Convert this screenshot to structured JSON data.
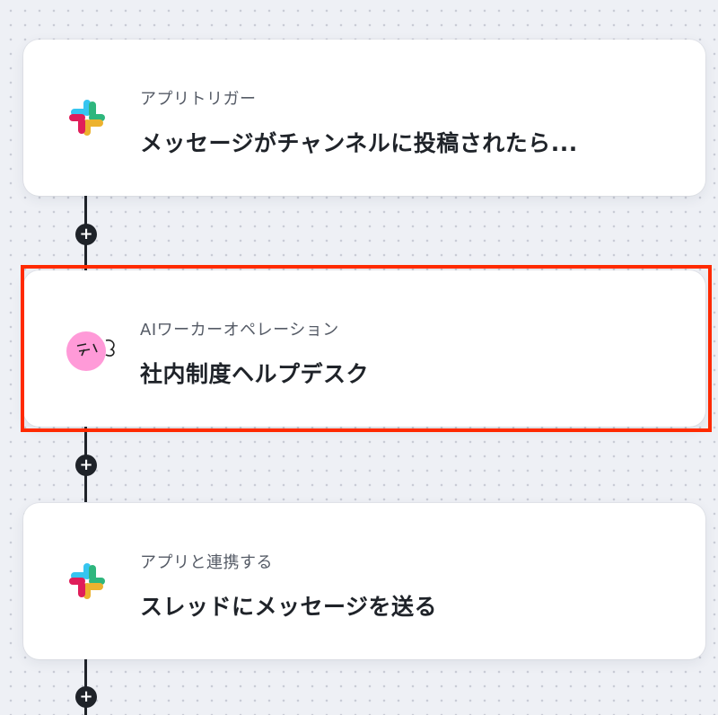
{
  "steps": [
    {
      "label": "アプリトリガー",
      "title": "メッセージがチャンネルに投稿されたら...",
      "icon": "slack-icon"
    },
    {
      "label": "AIワーカーオペレーション",
      "title": "社内制度ヘルプデスク",
      "icon": "ai-worker-icon"
    },
    {
      "label": "アプリと連携する",
      "title": "スレッドにメッセージを送る",
      "icon": "slack-icon"
    }
  ],
  "add_button_symbol": "+",
  "colors": {
    "highlight": "#ff2a00",
    "slack_blue": "#36C5F0",
    "slack_green": "#2EB67D",
    "slack_yellow": "#ECB22E",
    "slack_red": "#E01E5A",
    "ai_worker_pink": "#ff9ad8"
  }
}
